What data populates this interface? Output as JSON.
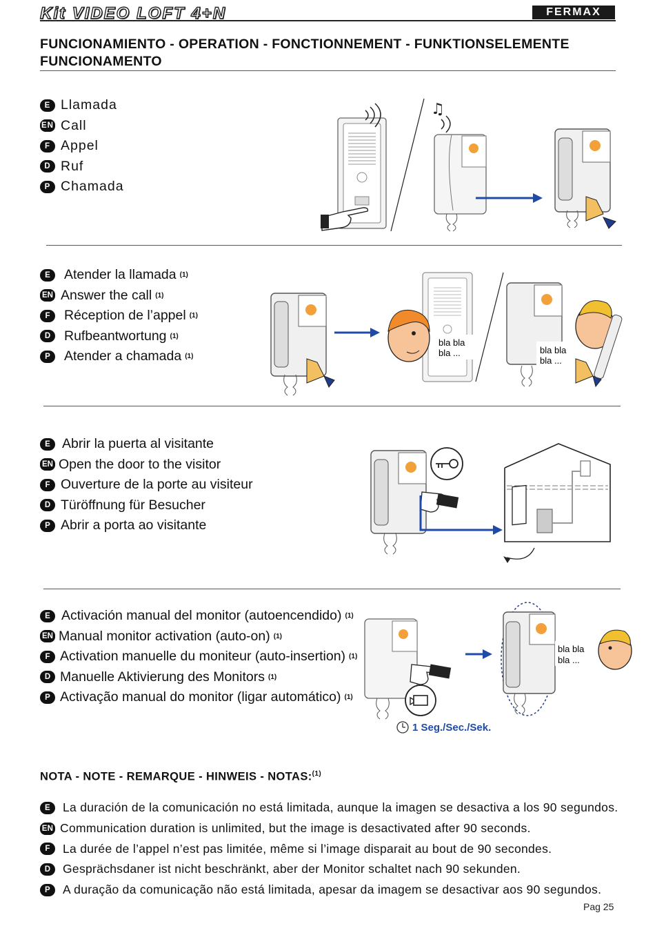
{
  "header": {
    "title": "Kit VIDEO LOFT 4+N",
    "brand": "FERMAX"
  },
  "section_title": "FUNCIONAMIENTO -  OPERATION -  FONCTIONNEMENT -  FUNKTIONSELEMENTE FUNCIONAMENTO",
  "call": [
    {
      "badge": "E",
      "text": "Llamada"
    },
    {
      "badge": "EN",
      "text": "Call"
    },
    {
      "badge": "F",
      "text": "Appel"
    },
    {
      "badge": "D",
      "text": "Ruf"
    },
    {
      "badge": "P",
      "text": "Chamada"
    }
  ],
  "answer": [
    {
      "badge": "E",
      "text": "Atender la llamada",
      "note": "(1)"
    },
    {
      "badge": "EN",
      "text": "Answer the call",
      "note": "(1)"
    },
    {
      "badge": "F",
      "text": "Réception de l’appel",
      "note": "(1)"
    },
    {
      "badge": "D",
      "text": "Rufbeantwortung",
      "note": "(1)"
    },
    {
      "badge": "P",
      "text": "Atender a chamada",
      "note": "(1)"
    }
  ],
  "door": [
    {
      "badge": "E",
      "text": "Abrir la puerta al visitante"
    },
    {
      "badge": "EN",
      "text": "Open the door to the visitor"
    },
    {
      "badge": "F",
      "text": "Ouverture de la porte au visiteur"
    },
    {
      "badge": "D",
      "text": "Türöffnung für Besucher"
    },
    {
      "badge": "P",
      "text": "Abrir a porta ao visitante"
    }
  ],
  "manual": [
    {
      "badge": "E",
      "text": "Activación manual del monitor (autoencendido)",
      "note": "(1)"
    },
    {
      "badge": "EN",
      "text": "Manual monitor activation (auto-on)",
      "note": "(1)"
    },
    {
      "badge": "F",
      "text": "Activation manuelle du moniteur (auto-insertion)",
      "note": "(1)"
    },
    {
      "badge": "D",
      "text": "Manuelle Aktivierung des Monitors",
      "note": "(1)"
    },
    {
      "badge": "P",
      "text": "Activação manual do monitor (ligar automático)",
      "note": "(1)"
    }
  ],
  "illustration": {
    "speech": "bla bla bla ...",
    "speech_line1": "bla bla",
    "speech_line2": "bla ...",
    "timer_label": "1 Seg./Sec./Sek.",
    "accent_color": "#1f4aa8"
  },
  "nota": {
    "title": "NOTA  - NOTE - REMARQUE - HINWEIS - NOTAS:",
    "note": "(1)",
    "items": [
      {
        "badge": "E",
        "text": "La duración de la comunicación no está limitada, aunque la imagen se desactiva a los 90 segundos."
      },
      {
        "badge": "EN",
        "text": "Communication duration is unlimited, but the image is desactivated after 90 seconds."
      },
      {
        "badge": "F",
        "text": "La durée de l’appel n’est pas limitée, même si l’image disparait au bout de 90 secondes."
      },
      {
        "badge": "D",
        "text": "Gesprächsdaner ist nicht beschränkt, aber der  Monitor schaltet nach 90 sekunden."
      },
      {
        "badge": "P",
        "text": "A duração da comunicação não está limitada, apesar da imagem se desactivar aos 90 segundos."
      }
    ]
  },
  "footer": {
    "page": "Pag 25"
  }
}
